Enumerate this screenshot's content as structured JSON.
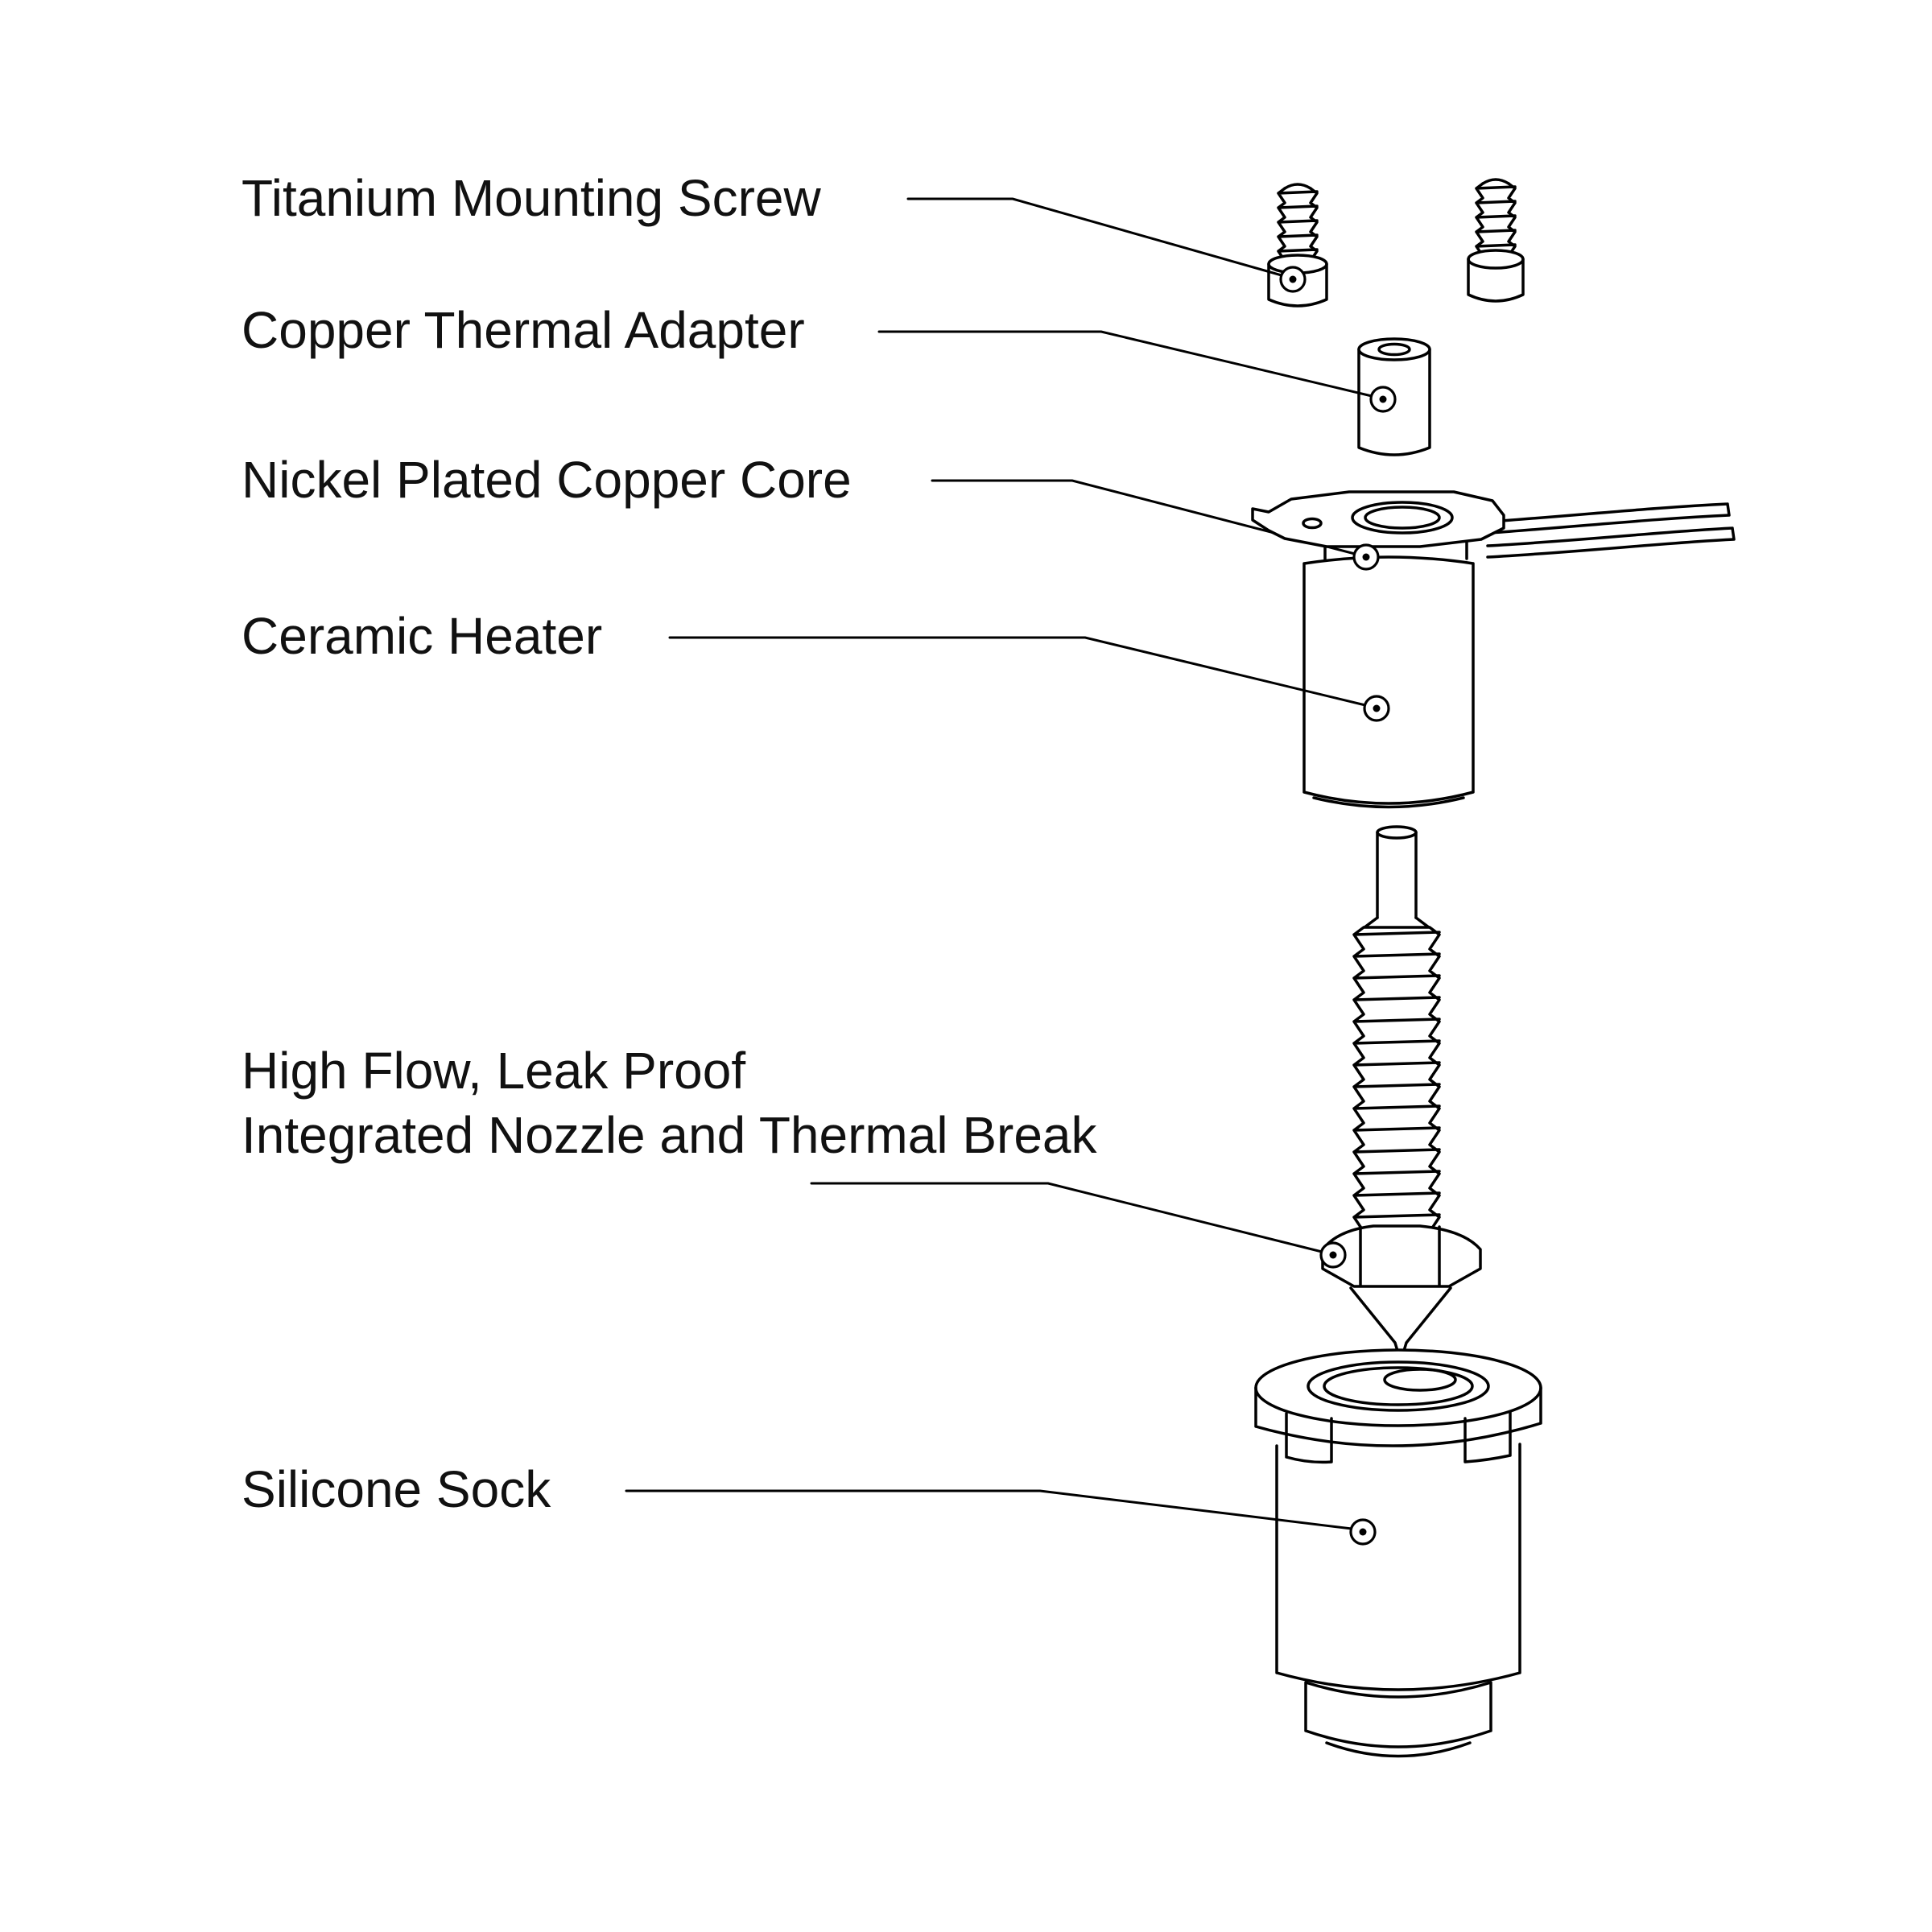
{
  "labels": {
    "titanium_mounting_screw": "Titanium Mounting Screw",
    "copper_thermal_adapter": "Copper Thermal Adapter",
    "nickel_plated_copper_core": "Nickel Plated Copper Core",
    "ceramic_heater": "Ceramic Heater",
    "nozzle_line1": "High Flow, Leak Proof",
    "nozzle_line2": "Integrated Nozzle and Thermal Break",
    "silicone_sock": "Silicone Sock"
  },
  "colors": {
    "line": "#000000",
    "background": "#ffffff"
  }
}
